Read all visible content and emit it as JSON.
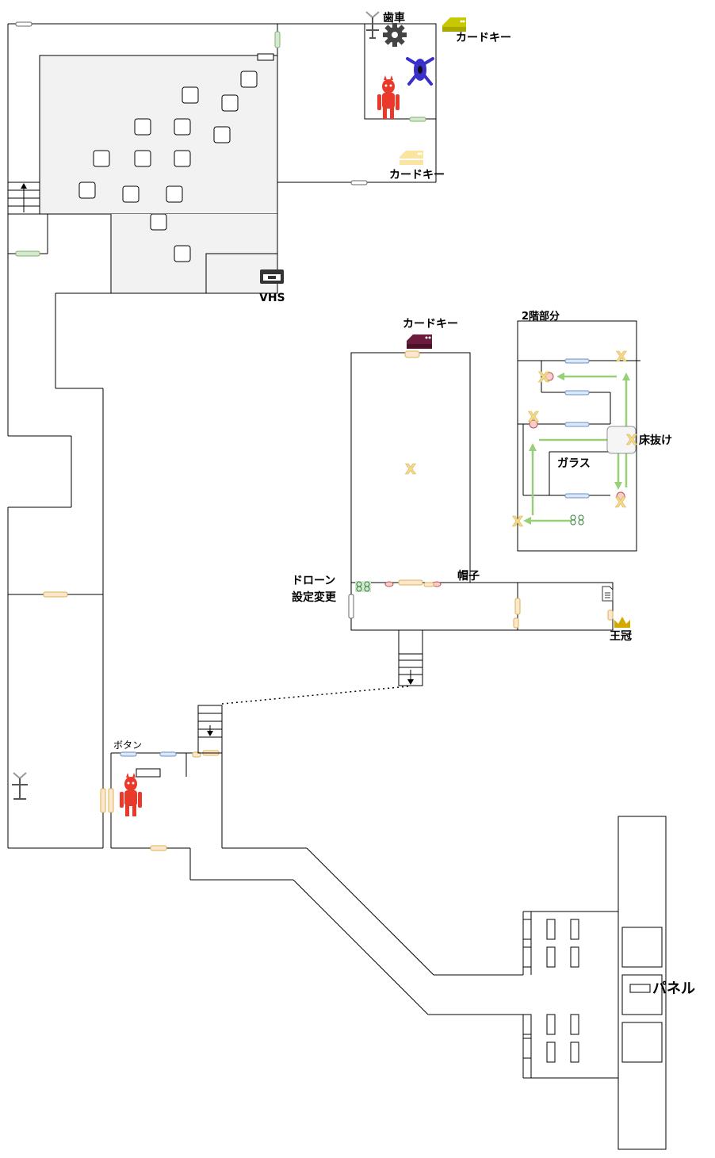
{
  "labels": {
    "gear": "歯車",
    "cardkey_top_right": "カードキー",
    "cardkey_mid": "カードキー",
    "vhs": "VHS",
    "cardkey_dark": "カードキー",
    "floor2_section": "2階部分",
    "floor_drop": "床抜け",
    "glass": "ガラス",
    "hat": "帽子",
    "drone_line1": "ドローン",
    "drone_line2": "設定変更",
    "crown": "王冠",
    "button": "ボタン",
    "panel": "パネル",
    "x_mark": "X"
  },
  "colors": {
    "background": "#ffffff",
    "wall": "#000000",
    "big_room_fill": "#f2f2f2",
    "door_green": "#d5e8d4",
    "door_yellow": "#ffe6cc",
    "door_blue": "#dae8fc",
    "cardkey_yellow": "#c8c800",
    "cardkey_light": "#fbe3a0",
    "cardkey_dark": "#6b1c3c",
    "monster_red": "#e8392b",
    "monster_blue": "#3b2fc9",
    "crown": "#d4a800",
    "arrow_green": "#97d077",
    "x_mark": "#f5d98a"
  },
  "icons": [
    "gear-icon",
    "cardkey-icon",
    "monster-icon",
    "vhs-icon",
    "drone-icon",
    "crown-icon",
    "document-icon",
    "tripod-icon",
    "stairs-icon"
  ]
}
